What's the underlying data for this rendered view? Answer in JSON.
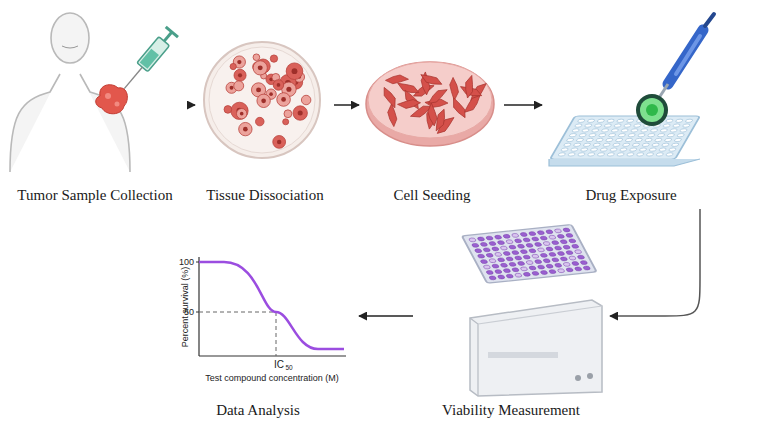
{
  "diagram": {
    "nodes": [
      {
        "text": [
          "Tumor Sample Collection"
        ]
      },
      {
        "text": [
          "Tissue Dissociation"
        ]
      },
      {
        "text": [
          "Cell Seeding"
        ]
      },
      {
        "text": [
          "Drug Exposure"
        ]
      },
      {
        "text": [
          "Viability Measurement"
        ]
      },
      {
        "text": [
          "Data Analysis"
        ]
      }
    ],
    "edges": [
      {
        "from": 0,
        "to": 1,
        "arrow": "to"
      },
      {
        "from": 1,
        "to": 2,
        "arrow": "to"
      },
      {
        "from": 2,
        "to": 3,
        "arrow": "to"
      },
      {
        "from": 3,
        "to": 4,
        "arrow": "to"
      },
      {
        "from": 4,
        "to": 5,
        "arrow": "to"
      }
    ],
    "labels": [
      "100",
      "50",
      "Percent survival (%)",
      "Test compound concentration (M)",
      "IC",
      "50"
    ]
  }
}
